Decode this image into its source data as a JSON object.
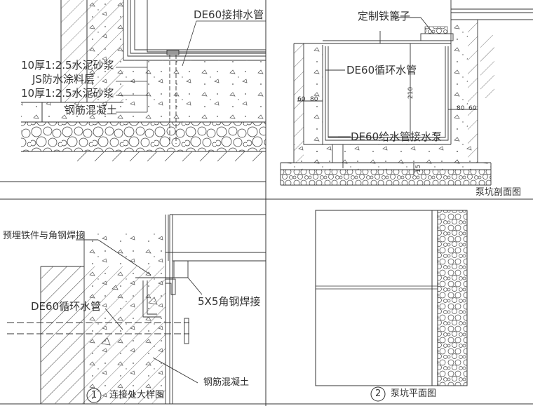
{
  "panels": {
    "top_left": {
      "pipe_label": "DE60接排水管",
      "layers": [
        "10厚1:2.5水泥砂浆",
        "JS防水涂料层",
        "10厚1:2.5水泥砂浆",
        "钢筋混凝土"
      ]
    },
    "top_right": {
      "grate_label": "定制铁篦子",
      "circulation_pipe": "DE60循环水管",
      "supply_pipe": "DE60给水管接水泵",
      "dim_width": "60",
      "dim_80": "80",
      "dim_210": "210",
      "dim_15": "15",
      "dim_small": "60",
      "caption": "泵坑剖面图"
    },
    "bottom_left": {
      "embed_label": "预埋铁件与角钢焊接",
      "pipe_label": "DE60循环水管",
      "angle_label": "5X5角钢焊接",
      "concrete_label": "钢筋混凝土",
      "caption_num": "1",
      "caption": "连接处大样图"
    },
    "bottom_right": {
      "caption_num": "2",
      "caption": "泵坑平面图"
    }
  }
}
